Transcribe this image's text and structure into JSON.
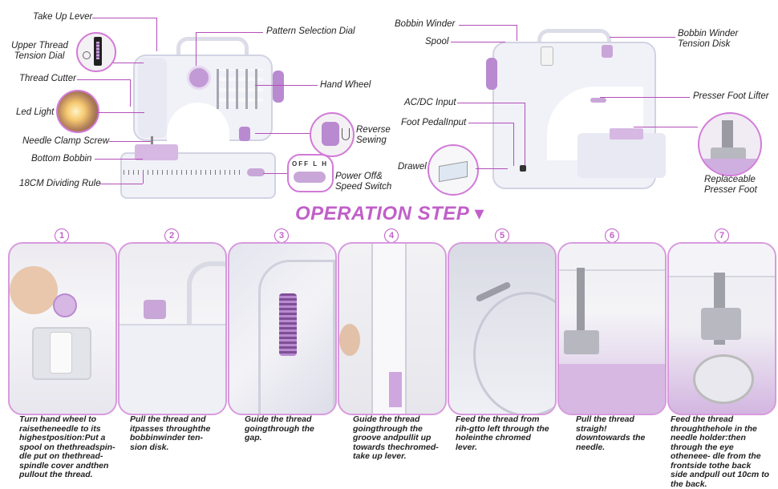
{
  "left_labels": {
    "take_up_lever": "Take Up Lever",
    "upper_thread_tension_dial": "Upper Thread\nTension Dial",
    "thread_cutter": "Thread Cutter",
    "led_light": "Led Light",
    "needle_clamp_screw": "Needle Clamp Screw",
    "bottom_bobbin": "Bottom Bobbin",
    "dividing_rule": "18CM Dividing Rule",
    "pattern_selection_dial": "Pattern Selection Dial",
    "hand_wheel": "Hand Wheel",
    "reverse_sewing": "Reverse\nSewing",
    "power_off_speed_switch": "Power Off&\nSpeed Switch"
  },
  "right_labels": {
    "bobbin_winder": "Bobbin Winder",
    "spool": "Spool",
    "bobbin_winder_tension_disk": "Bobbin Winder\nTension Disk",
    "ac_dc_input": "AC/DC Input",
    "presser_foot_lifter": "Presser Foot Lifter",
    "foot_pedal_input": "Foot PedalInput",
    "drawel": "Drawel",
    "replaceable_presser_foot": "Replaceable\nPresser Foot"
  },
  "switch_text": {
    "off": "OFF",
    "l": "L",
    "h": "H"
  },
  "operation_title": "OPERATION STEP ▾",
  "steps": [
    {
      "num": "1",
      "caption": "Turn hand wheel to raisetheneedle to its highestposition:Put a spool on thethreadspin- dle put on thethread- spindle cover andthen pullout the thread."
    },
    {
      "num": "2",
      "caption": "Pull the thread and itpasses throughthe bobbinwinder ten- sion disk."
    },
    {
      "num": "3",
      "caption": "Guide the thread goingthrough the gap."
    },
    {
      "num": "4",
      "caption": "Guide the thread goingthrough the groove andpullit up towards thechromed- take up lever."
    },
    {
      "num": "5",
      "caption": "Feed the thread from rih-gtto left through the holeinthe chromed lever."
    },
    {
      "num": "6",
      "caption": "Pull the thread straigh! downtowards the needle."
    },
    {
      "num": "7",
      "caption": "Feed the thread throughthehole in the needle holder:then through the eye otheneee- dle from the frontside tothe back side andpull out 10cm to the back."
    }
  ],
  "colors": {
    "accent": "#c15fc9",
    "line": "#b34fb8",
    "lavender": "#c9a6d8",
    "machine": "#f1f1f8"
  }
}
